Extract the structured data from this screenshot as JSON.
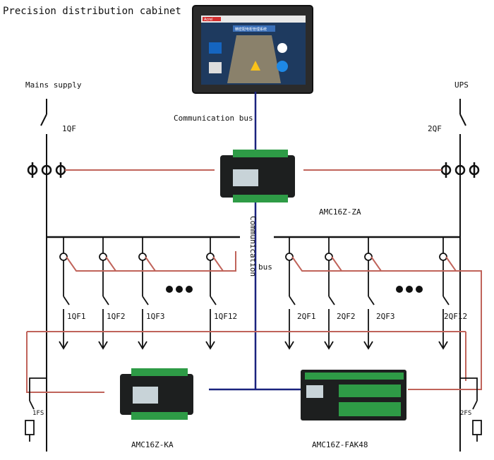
{
  "title": "Precision distribution cabinet",
  "labels": {
    "mains_supply": "Mains supply",
    "ups": "UPS",
    "breaker_1qf": "1QF",
    "breaker_2qf": "2QF",
    "comm_bus_top": "Communication bus",
    "comm_bus_vertical_1": "Communication",
    "comm_bus_vertical_2": "bus",
    "meter_za": "AMC16Z-ZA",
    "meter_ka": "AMC16Z-KA",
    "meter_fak48": "AMC16Z-FAK48",
    "spd_1fs": "1FS",
    "spd_2fs": "2FS"
  },
  "hmi": {
    "brand": "Acrel",
    "screen_title": "精密配电柜管理系统"
  },
  "left_feeders": [
    "1QF1",
    "1QF2",
    "1QF3",
    "1QF12"
  ],
  "right_feeders": [
    "2QF1",
    "2QF2",
    "2QF3",
    "2QF12"
  ],
  "colors": {
    "power_line": "#111111",
    "signal_line": "#c0635a",
    "bus_line": "#1a237e",
    "device": "#1d1f1f",
    "terminal": "#2e9b46"
  }
}
